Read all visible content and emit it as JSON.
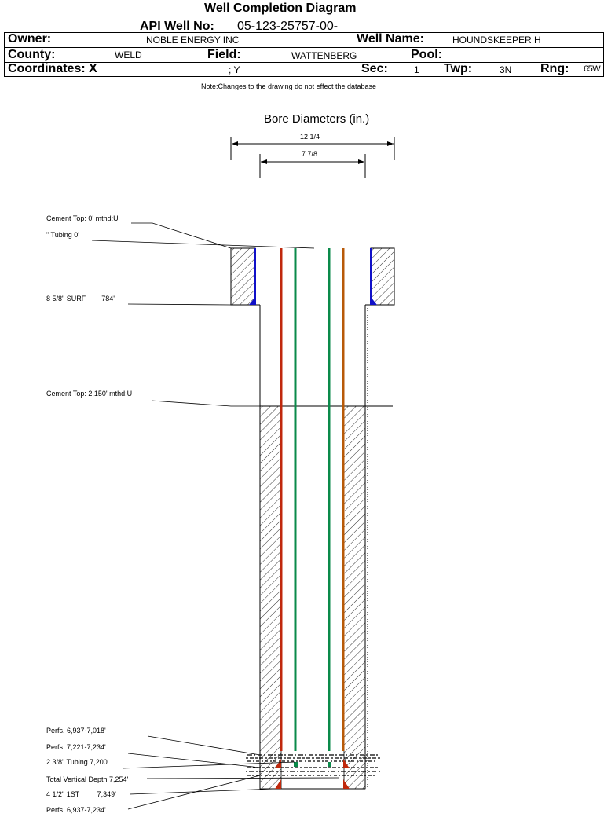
{
  "header": {
    "title": "Well Completion Diagram",
    "api_label": "API Well No:",
    "api_value": "05-123-25757-00-",
    "owner_label": "Owner:",
    "owner_value": "NOBLE ENERGY INC",
    "wellname_label": "Well Name:",
    "wellname_value": "HOUNDSKEEPER H",
    "county_label": "County:",
    "county_value": "WELD",
    "field_label": "Field:",
    "field_value": "WATTENBERG",
    "pool_label": "Pool:",
    "pool_value": "",
    "coord_label": "Coordinates: X",
    "coord_y_value": "; Y",
    "sec_label": "Sec:",
    "sec_value": "1",
    "twp_label": "Twp:",
    "twp_value": "3N",
    "rng_label": "Rng:",
    "rng_value": "65W",
    "note": "Note:Changes to the drawing do not effect the database"
  },
  "diagram": {
    "bore_title": "Bore Diameters (in.)",
    "bore_outer": "12 1/4",
    "bore_inner": "7 7/8",
    "annotations": [
      "Cement Top: 0' mthd:U",
      "\" Tubing 0'",
      "8 5/8\" SURF        784'",
      "Cement Top: 2,150' mthd:U",
      "Perfs. 6,937-7,018'",
      "Perfs. 7,221-7,234'",
      "2 3/8\" Tubing 7,200'",
      "Total Vertical Depth 7,254'",
      "4 1/2\" 1ST         7,349'",
      "Perfs. 6,937-7,234'"
    ],
    "colors": {
      "casing_red": "#c0280c",
      "tubing_green": "#0a8a4a",
      "casing_orange": "#b85a08",
      "cement_blue": "#1010c8"
    }
  }
}
